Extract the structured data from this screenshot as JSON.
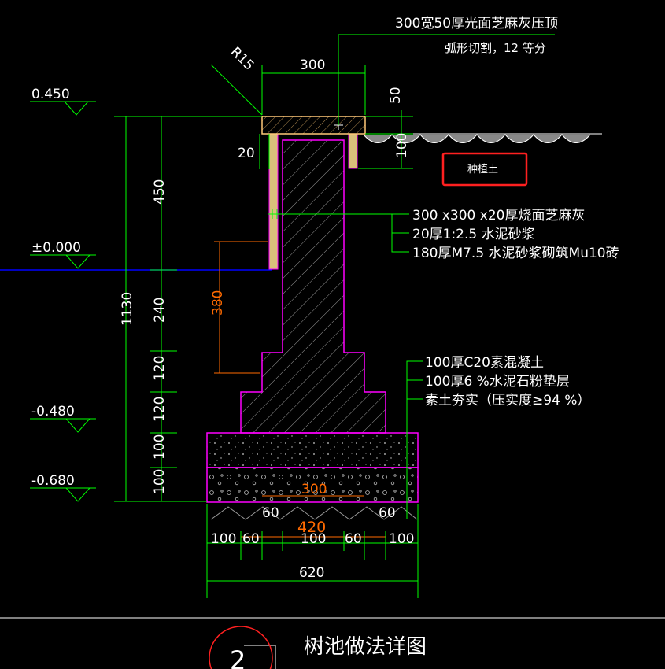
{
  "colors": {
    "background": "#000000",
    "dimension": "#00ff00",
    "outline": "#ff00ff",
    "text": "#ffffff",
    "accent_orange": "#ff6a00",
    "ground_line": "#0000ff",
    "highlight_box": "#ff2020",
    "cap": "#ffc878"
  },
  "notes": {
    "coping_line1": "300宽50厚光面芝麻灰压顶",
    "coping_line2": "弧形切割，12 等分",
    "radius": "R15",
    "wall_items": [
      "300 x300 x20厚烧面芝麻灰",
      "20厚1:2.5 水泥砂浆",
      "180厚M7.5 水泥砂浆砌筑Mu10砖"
    ],
    "base_items": [
      "100厚C20素混凝土",
      "100厚6 %水泥石粉垫层",
      "素土夯实（压实度≥94 %）"
    ],
    "soil_label": "种植土"
  },
  "levels": [
    "0.450",
    "±0.000",
    "-0.480",
    "-0.680"
  ],
  "dims": {
    "top_width": "300",
    "cap_thk": "50",
    "cap_drop": "100",
    "side_20": "20",
    "height_total": "1130",
    "v450": "450",
    "v240": "240",
    "v120a": "120",
    "v120b": "120",
    "v100a": "100",
    "v100b": "100",
    "orange_380": "380",
    "orange_300": "300",
    "orange_420": "420",
    "step60_left": "60",
    "step60_right": "60",
    "bottom_row": [
      "100",
      "60",
      "100",
      "60",
      "100"
    ],
    "total_width": "620"
  },
  "title": {
    "text": "树池做法详图",
    "number": "2"
  }
}
